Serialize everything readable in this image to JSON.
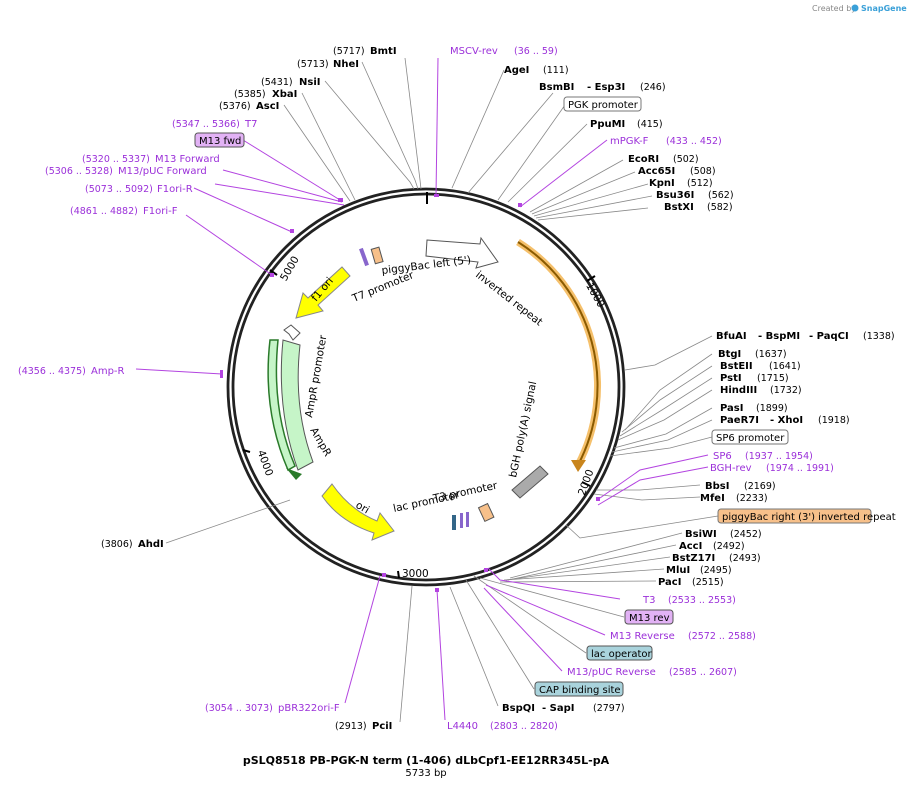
{
  "header": {
    "credit": "Created by",
    "brand": "SnapGene"
  },
  "footer": {
    "title": "pSLQ8518 PB-PGK-N term (1-406) dLbCpf1-EE12RR345L-pA",
    "length": "5733 bp"
  },
  "scale": {
    "tick_1000": "1000",
    "tick_2000": "2000",
    "tick_3000": "3000",
    "tick_4000": "4000",
    "tick_5000": "5000"
  },
  "features": {
    "piggybac_left": "piggyBac left (5') inverted repeat",
    "t7_promoter": "T7 promoter",
    "f1_ori": "f1 ori",
    "ampr_promoter": "AmpR promoter",
    "ampr": "AmpR",
    "ori": "ori",
    "lac_promoter": "lac promoter",
    "t3_promoter": "T3 promoter",
    "bgh_polya": "bGH poly(A) signal"
  },
  "right_labels": [
    {
      "name": "BmtI",
      "pos": "(5717)"
    },
    {
      "name": "NheI",
      "pos": "(5713)"
    },
    {
      "name": "MSCV-rev",
      "pos": "(36 .. 59)"
    },
    {
      "name": "AgeI",
      "pos": "(111)"
    },
    {
      "name": "BsmBI",
      "name2": "- Esp3I",
      "pos": "(246)"
    },
    {
      "name": "PGK promoter"
    },
    {
      "name": "PpuMI",
      "pos": "(415)"
    },
    {
      "name": "mPGK-F",
      "pos": "(433 .. 452)"
    },
    {
      "name": "EcoRI",
      "pos": "(502)"
    },
    {
      "name": "Acc65I",
      "pos": "(508)"
    },
    {
      "name": "KpnI",
      "pos": "(512)"
    },
    {
      "name": "Bsu36I",
      "pos": "(562)"
    },
    {
      "name": "BstXI",
      "pos": "(582)"
    },
    {
      "name": "BfuAI",
      "name2": "- BspMI",
      "name3": "- PaqCI",
      "pos": "(1338)"
    },
    {
      "name": "BtgI",
      "pos": "(1637)"
    },
    {
      "name": "BstEII",
      "pos": "(1641)"
    },
    {
      "name": "PstI",
      "pos": "(1715)"
    },
    {
      "name": "HindIII",
      "pos": "(1732)"
    },
    {
      "name": "PasI",
      "pos": "(1899)"
    },
    {
      "name": "PaeR7I",
      "name2": "- XhoI",
      "pos": "(1918)"
    },
    {
      "name": "SP6 promoter"
    },
    {
      "name": "SP6",
      "pos": "(1937 .. 1954)"
    },
    {
      "name": "BGH-rev",
      "pos": "(1974 .. 1991)"
    },
    {
      "name": "BbsI",
      "pos": "(2169)"
    },
    {
      "name": "MfeI",
      "pos": "(2233)"
    },
    {
      "name": "piggyBac right (3') inverted repeat"
    },
    {
      "name": "BsiWI",
      "pos": "(2452)"
    },
    {
      "name": "AccI",
      "pos": "(2492)"
    },
    {
      "name": "BstZ17I",
      "pos": "(2493)"
    },
    {
      "name": "MluI",
      "pos": "(2495)"
    },
    {
      "name": "PacI",
      "pos": "(2515)"
    },
    {
      "name": "T3",
      "pos": "(2533 .. 2553)"
    },
    {
      "name": "M13 rev"
    },
    {
      "name": "M13 Reverse",
      "pos": "(2572 .. 2588)"
    },
    {
      "name": "lac operator"
    },
    {
      "name": "M13/pUC Reverse",
      "pos": "(2585 .. 2607)"
    },
    {
      "name": "CAP binding site"
    },
    {
      "name": "BspQI",
      "name2": "- SapI",
      "pos": "(2797)"
    },
    {
      "name": "L4440",
      "pos": "(2803 .. 2820)"
    },
    {
      "name": "PciI",
      "pos": "(2913)"
    },
    {
      "name": "pBR322ori-F",
      "pos": "(3054 .. 3073)"
    },
    {
      "name": "AhdI",
      "pos": "(3806)"
    },
    {
      "name": "Amp-R",
      "pos": "(4356 .. 4375)"
    }
  ],
  "left_labels": [
    {
      "name": "NsiI",
      "pos": "(5431)"
    },
    {
      "name": "XbaI",
      "pos": "(5385)"
    },
    {
      "name": "AscI",
      "pos": "(5376)"
    },
    {
      "name": "T7",
      "pos": "(5347 .. 5366)"
    },
    {
      "name": "M13 fwd"
    },
    {
      "name": "M13 Forward",
      "pos": "(5320 .. 5337)"
    },
    {
      "name": "M13/pUC Forward",
      "pos": "(5306 .. 5328)"
    },
    {
      "name": "F1ori-R",
      "pos": "(5073 .. 5092)"
    },
    {
      "name": "F1ori-F",
      "pos": "(4861 .. 4882)"
    }
  ]
}
